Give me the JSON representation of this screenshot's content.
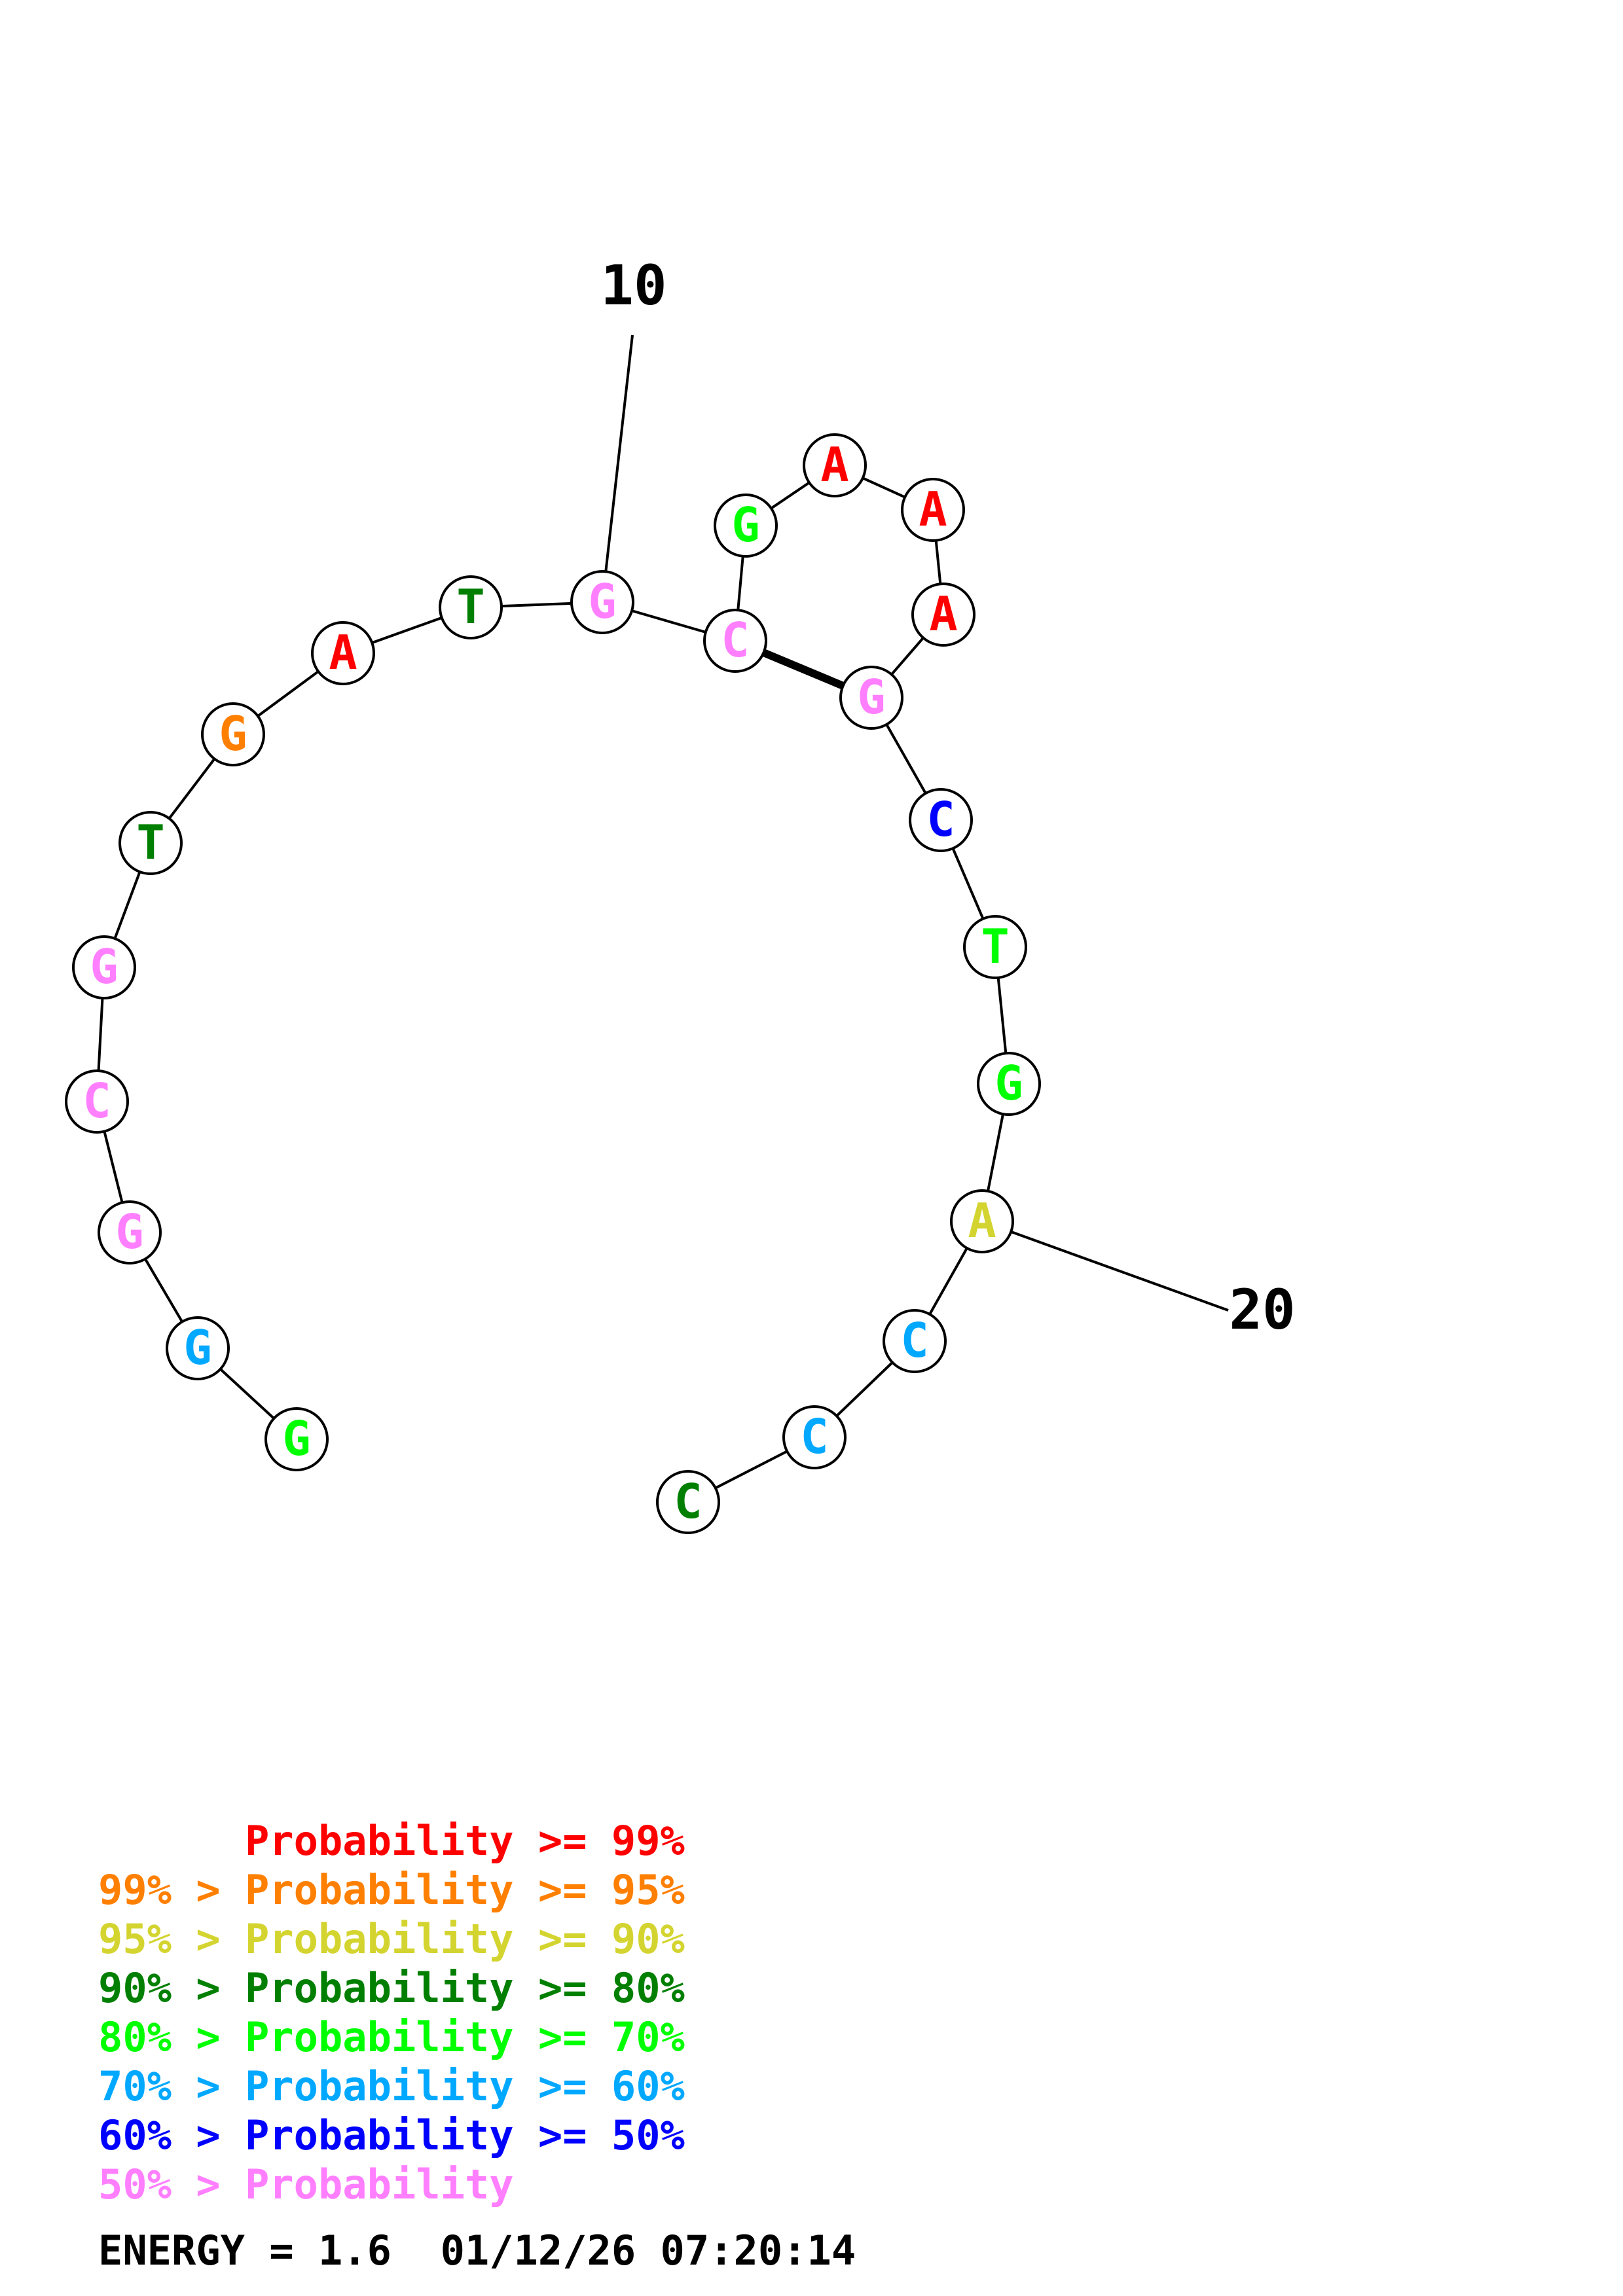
{
  "colors": {
    "p99": "#ff0000",
    "p95": "#ff7f00",
    "p90": "#d4d430",
    "p80": "#007f00",
    "p70": "#00ff00",
    "p60": "#00a8ff",
    "p50": "#0000ff",
    "plow": "#ff7fff"
  },
  "structure": {
    "nucleotides": [
      {
        "index": 1,
        "base": "G",
        "prob_class": "p70"
      },
      {
        "index": 2,
        "base": "G",
        "prob_class": "p60"
      },
      {
        "index": 3,
        "base": "G",
        "prob_class": "plow"
      },
      {
        "index": 4,
        "base": "C",
        "prob_class": "plow"
      },
      {
        "index": 5,
        "base": "G",
        "prob_class": "plow"
      },
      {
        "index": 6,
        "base": "T",
        "prob_class": "p80"
      },
      {
        "index": 7,
        "base": "G",
        "prob_class": "p95"
      },
      {
        "index": 8,
        "base": "A",
        "prob_class": "p99"
      },
      {
        "index": 9,
        "base": "T",
        "prob_class": "p80"
      },
      {
        "index": 10,
        "base": "G",
        "prob_class": "plow"
      },
      {
        "index": 11,
        "base": "C",
        "prob_class": "plow"
      },
      {
        "index": 12,
        "base": "G",
        "prob_class": "p70"
      },
      {
        "index": 13,
        "base": "A",
        "prob_class": "p99"
      },
      {
        "index": 14,
        "base": "A",
        "prob_class": "p99"
      },
      {
        "index": 15,
        "base": "A",
        "prob_class": "p99"
      },
      {
        "index": 16,
        "base": "G",
        "prob_class": "plow"
      },
      {
        "index": 17,
        "base": "C",
        "prob_class": "p50"
      },
      {
        "index": 18,
        "base": "T",
        "prob_class": "p70"
      },
      {
        "index": 19,
        "base": "G",
        "prob_class": "p70"
      },
      {
        "index": 20,
        "base": "A",
        "prob_class": "p90"
      },
      {
        "index": 21,
        "base": "C",
        "prob_class": "p60"
      },
      {
        "index": 22,
        "base": "C",
        "prob_class": "p60"
      },
      {
        "index": 23,
        "base": "C",
        "prob_class": "p80"
      }
    ],
    "pairs": [
      [
        11,
        16
      ]
    ],
    "number_labels": [
      {
        "text": "10",
        "nucleotide": 10
      },
      {
        "text": "20",
        "nucleotide": 20
      }
    ]
  },
  "legend": [
    {
      "prefix": "    ",
      "text": "Probability >= 99%",
      "color_key": "p99"
    },
    {
      "prefix": "99% > ",
      "text": "Probability >= 95%",
      "color_key": "p95"
    },
    {
      "prefix": "95% > ",
      "text": "Probability >= 90%",
      "color_key": "p90"
    },
    {
      "prefix": "90% > ",
      "text": "Probability >= 80%",
      "color_key": "p80"
    },
    {
      "prefix": "80% > ",
      "text": "Probability >= 70%",
      "color_key": "p70"
    },
    {
      "prefix": "70% > ",
      "text": "Probability >= 60%",
      "color_key": "p60"
    },
    {
      "prefix": "60% > ",
      "text": "Probability >= 50%",
      "color_key": "p50"
    },
    {
      "prefix": "50% > ",
      "text": "Probability",
      "color_key": "plow"
    }
  ],
  "footer": {
    "energy": "ENERGY = 1.6  01/12/26 07:20:14"
  }
}
